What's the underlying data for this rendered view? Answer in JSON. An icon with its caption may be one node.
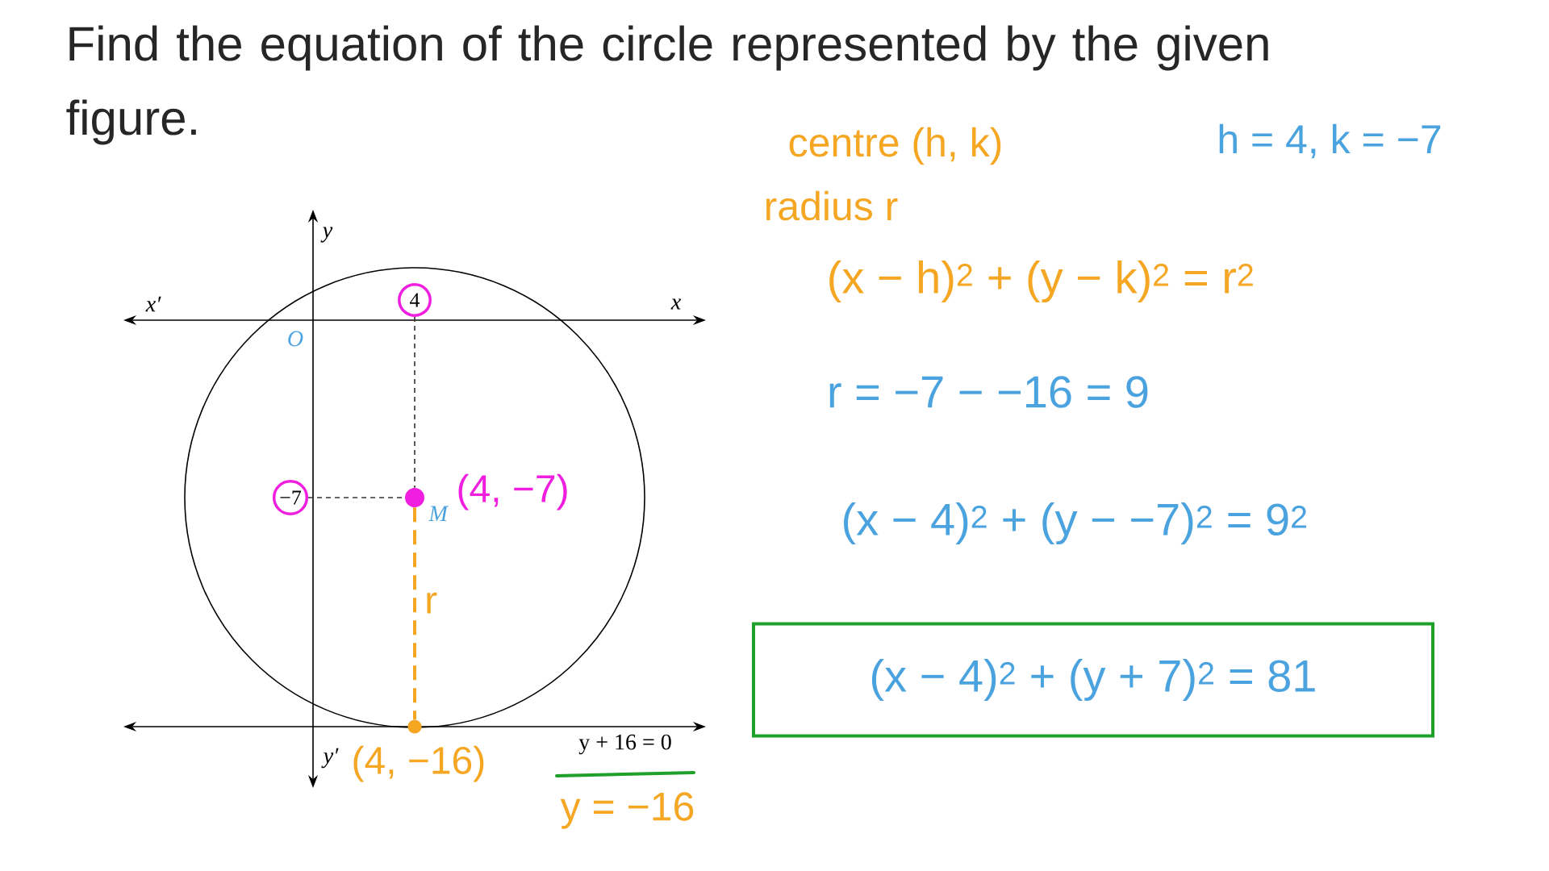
{
  "diagram": {
    "title": "Find the equation of the circle represented by the given figure.",
    "nodes": [
      {
        "text": [
          "4"
        ]
      },
      {
        "text": [
          "−7"
        ]
      },
      {
        "text": [],
        "shape": "circle",
        "beside": [
          "M",
          "(4, −7)"
        ]
      },
      {
        "text": [],
        "shape": "circle",
        "beside": [
          "(4, −16)"
        ]
      },
      {
        "text": [
          "(x − 4)$^{2}$ + (y + 7)$^{2}$ = 81"
        ]
      }
    ],
    "edges": [
      {
        "from": 0,
        "to": 2,
        "arrow": "none",
        "style": "dashed"
      },
      {
        "from": 1,
        "to": 2,
        "arrow": "none",
        "style": "dashed"
      },
      {
        "from": 2,
        "to": 3,
        "arrow": "none",
        "style": "dashed",
        "color": "#f5a623",
        "label": "r"
      }
    ],
    "labels": [
      "y",
      "x′",
      "x",
      "O",
      "y′",
      "y + 16 = 0",
      "y = −16",
      "centre (h, k)",
      "radius r",
      "h = 4, k = −7",
      "(x − h)$^{2}$ + (y − k)$^{2}$ = r$^{2}$",
      "r = −7 − −16 = 9",
      "(x − 4)$^{2}$ + (y − −7)$^{2}$ = 9$^{2}$"
    ]
  }
}
